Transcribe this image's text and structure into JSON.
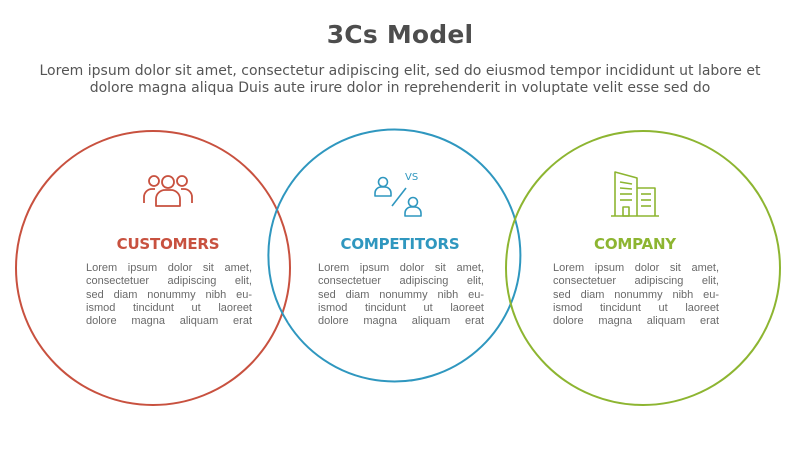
{
  "header": {
    "title": "3Cs Model",
    "subtitle": "Lorem ipsum dolor sit amet, consectetur adipiscing elit, sed do eiusmod tempor incididunt ut labore et dolore magna aliqua Duis aute irure dolor in reprehenderit in voluptate velit esse sed do"
  },
  "items": [
    {
      "title": "CUSTOMERS",
      "color": "#c8513f",
      "icon": "people-group-icon",
      "lines": [
        "Lorem ipsum dolor sit amet,",
        "consectetuer adipiscing elit,",
        "sed diam nonummy nibh eu-",
        "ismod tincidunt ut laoreet",
        "dolore magna aliquam erat"
      ]
    },
    {
      "title": "COMPETITORS",
      "color": "#2f97bf",
      "icon": "versus-people-icon",
      "icon_text": "VS",
      "lines": [
        "Lorem ipsum dolor sit amet,",
        "consectetuer adipiscing elit,",
        "sed diam nonummy nibh eu-",
        "ismod tincidunt ut laoreet",
        "dolore magna aliquam erat"
      ]
    },
    {
      "title": "COMPANY",
      "color": "#8db531",
      "icon": "buildings-icon",
      "lines": [
        "Lorem ipsum dolor sit amet,",
        "consectetuer adipiscing elit,",
        "sed diam nonummy nibh eu-",
        "ismod tincidunt ut laoreet",
        "dolore magna aliquam erat"
      ]
    }
  ]
}
